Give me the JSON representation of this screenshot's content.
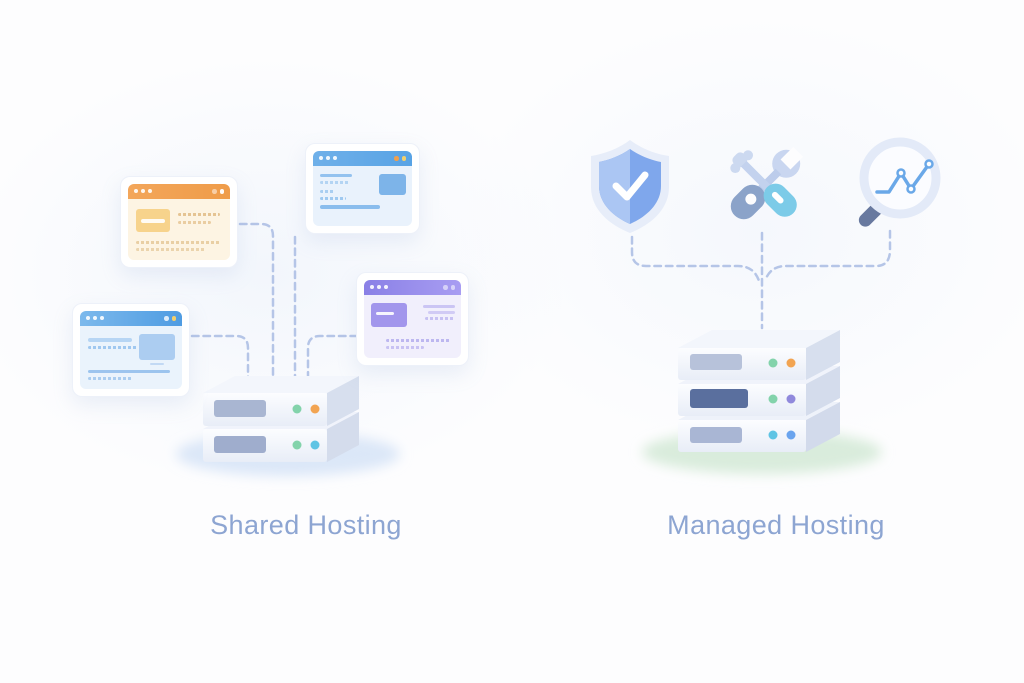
{
  "sections": {
    "shared": {
      "label": "Shared Hosting",
      "server_units": 2,
      "website_cards": [
        {
          "name": "orange-website-card",
          "accent": "#f0a050"
        },
        {
          "name": "blue-website-card",
          "accent": "#5ba3e5"
        },
        {
          "name": "light-blue-website-card",
          "accent": "#63a8e6"
        },
        {
          "name": "purple-website-card",
          "accent": "#9489ea"
        }
      ]
    },
    "managed": {
      "label": "Managed Hosting",
      "server_units": 3,
      "feature_icons": [
        {
          "name": "shield-check-icon"
        },
        {
          "name": "tools-icon"
        },
        {
          "name": "magnifier-chart-icon"
        }
      ]
    }
  },
  "theme": {
    "label-color": "#8da5d2",
    "connector-color": "#b5c5e7",
    "led-green": "#83d3ab",
    "led-orange": "#f2a452",
    "led-cyan": "#5fc4e4",
    "led-blue": "#6aa4ee",
    "led-purple": "#9089dc",
    "shadow-blue": "#dbe7f8",
    "shadow-green": "#d9ecdc",
    "shield-blue-light": "#abc6f3",
    "shield-blue": "#7fa7ec",
    "tool-cyan": "#7ccbe8",
    "tool-gray": "#8ba3c9"
  }
}
